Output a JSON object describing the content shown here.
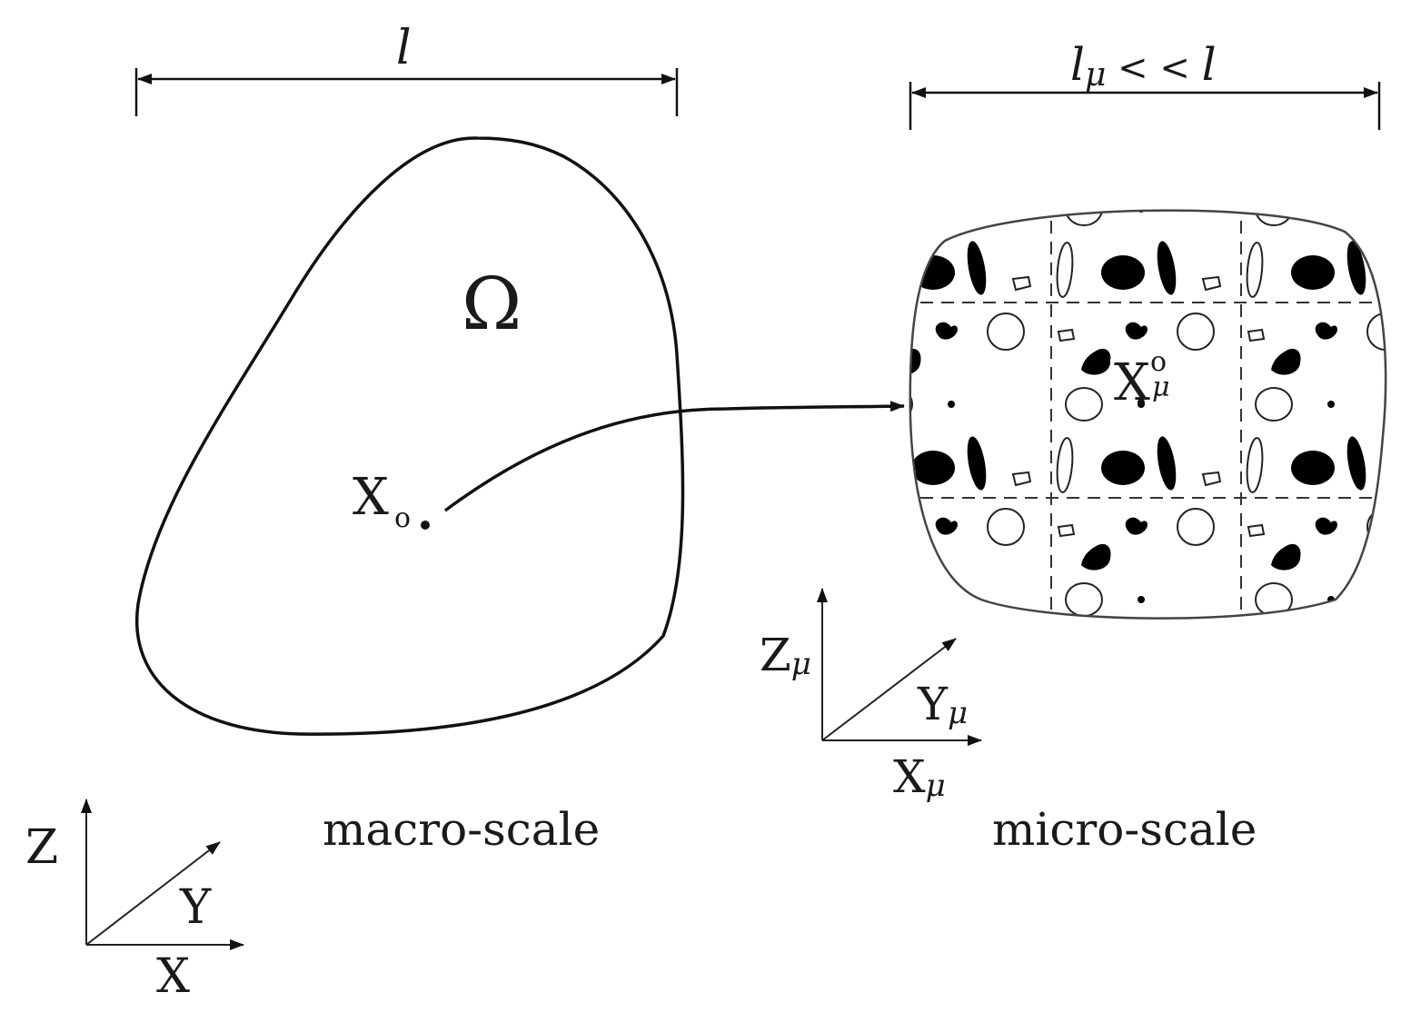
{
  "macro": {
    "dim_label": "l",
    "domain_symbol": "Ω",
    "point_main": "X",
    "point_sub": "o",
    "caption": "macro-scale",
    "axes": {
      "z": "Z",
      "y": "Y",
      "x": "X"
    }
  },
  "micro": {
    "dim_label_l": "l",
    "dim_label_mu": "μ",
    "dim_label_rest": " < < ",
    "dim_label_l2": "l",
    "point_main": "X",
    "point_sub": "μ",
    "point_sup": "o",
    "caption": "micro-scale",
    "axes": {
      "z": "Z",
      "y": "Y",
      "x": "X",
      "sub": "μ"
    }
  }
}
